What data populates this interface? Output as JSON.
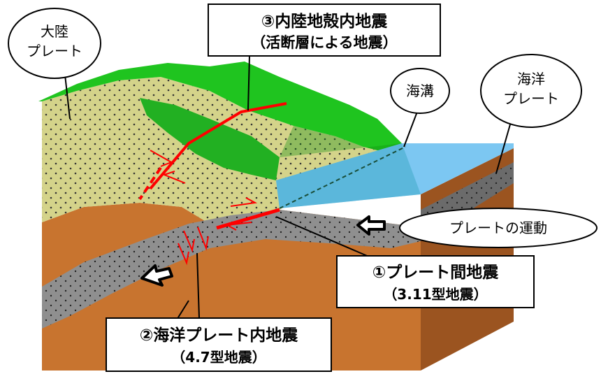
{
  "labels": {
    "continental_plate": [
      "大陸",
      "プレート"
    ],
    "trench": "海溝",
    "oceanic_plate": [
      "海洋",
      "プレート"
    ],
    "plate_motion": "プレートの運動",
    "quake3": [
      "③内陸地殻内地震",
      "（活断層による地震）"
    ],
    "quake1": [
      "①プレート間地震",
      "（3.11型地震）"
    ],
    "quake2": [
      "②海洋プレート内地震",
      "（4.7型地震）"
    ]
  },
  "colors": {
    "land_green": "#1fc41f",
    "land_green_dark": "#0e8f0e",
    "soil_tan": "#d4d38a",
    "mantle_orange": "#c8742f",
    "mantle_dark": "#9b5420",
    "slab_gray": "#8f8f8f",
    "ocean_blue": "#7cc7f2",
    "fault_red": "#ff0000"
  },
  "icons": [
    "motion-arrow-icon",
    "fault-arrow-icon"
  ]
}
